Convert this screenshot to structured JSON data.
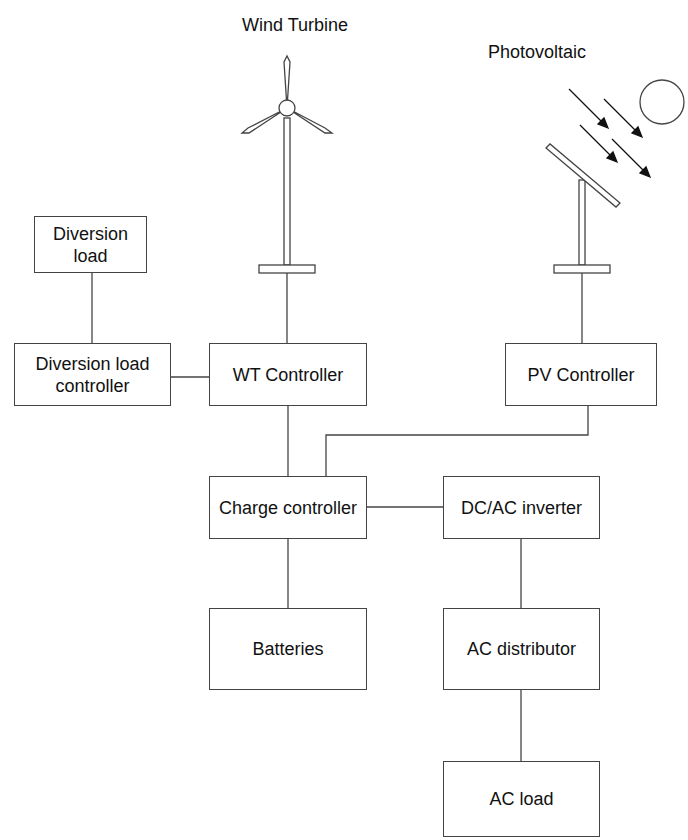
{
  "diagram": {
    "nodes": [
      {
        "text": [
          "Diversion load"
        ]
      },
      {
        "text": [
          "Diversion load controller"
        ]
      },
      {
        "text": [
          "WT Controller"
        ]
      },
      {
        "text": [
          "PV Controller"
        ]
      },
      {
        "text": [
          "Charge controller"
        ]
      },
      {
        "text": [
          "DC/AC inverter"
        ]
      },
      {
        "text": [
          "Batteries"
        ]
      },
      {
        "text": [
          "AC distributor"
        ]
      },
      {
        "text": [
          "AC load"
        ]
      }
    ],
    "edges": [
      {
        "from": 0,
        "to": 1,
        "arrow": "none"
      },
      {
        "from": 1,
        "to": 2,
        "arrow": "none"
      },
      {
        "from": 2,
        "to": 4,
        "arrow": "none"
      },
      {
        "from": 3,
        "to": 4,
        "arrow": "none"
      },
      {
        "from": 4,
        "to": 5,
        "arrow": "none"
      },
      {
        "from": 4,
        "to": 6,
        "arrow": "none"
      },
      {
        "from": 5,
        "to": 7,
        "arrow": "none"
      },
      {
        "from": 7,
        "to": 8,
        "arrow": "none"
      }
    ],
    "labels": [
      "Wind Turbine",
      "Photovoltaic"
    ]
  }
}
